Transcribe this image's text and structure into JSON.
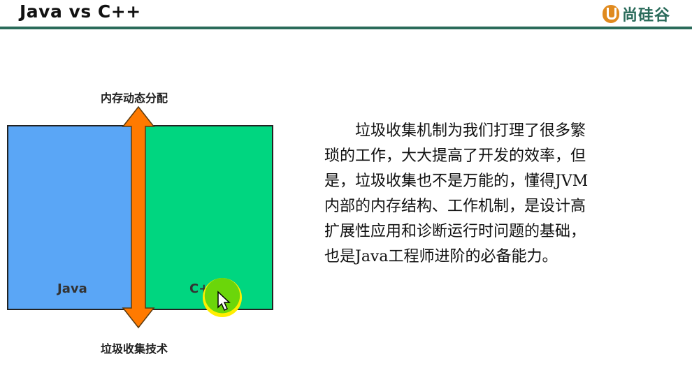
{
  "slide": {
    "title": "Java vs C++",
    "logo_text": "尚硅谷",
    "diagram": {
      "top_caption": "内存动态分配",
      "bottom_caption": "垃圾收集技术",
      "left_box_label": "Java",
      "right_box_label": "C++"
    },
    "paragraph_lines": [
      "　　垃圾收集机制为我们打理了很多繁",
      "琐的工作，大大提高了开发的效率，但",
      "是，垃圾收集也不是万能的，懂得JVM",
      "内部的内存结构、工作机制，是设计高",
      "扩展性应用和诊断运行时问题的基础，",
      "也是Java工程师进阶的必备能力。"
    ]
  }
}
